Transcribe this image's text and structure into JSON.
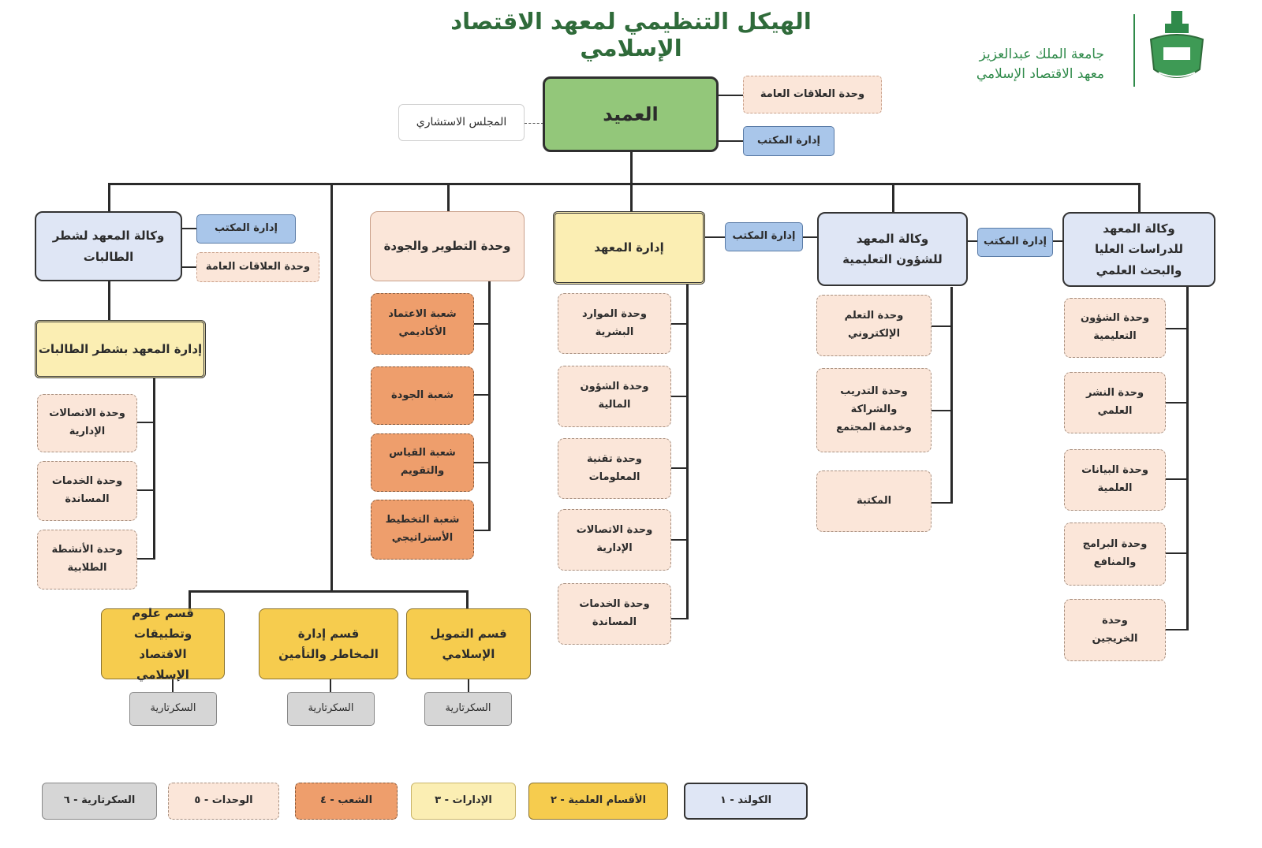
{
  "title": "الهيكل التنظيمي لمعهد الاقتصاد الإسلامي",
  "logo": {
    "line1": "جامعة الملك عبدالعزيز",
    "line2": "معهد الاقتصاد الإسلامي",
    "emblem_icon": "university-emblem-icon",
    "color": "#2f8a4a"
  },
  "dean": {
    "label": "العميد"
  },
  "advisory_council": "المجلس الاستشاري",
  "dean_pr_unit": "وحدة العلاقات العامة",
  "dean_office": "إدارة المكتب",
  "female_agency": {
    "label": "وكالة المعهد لشطر الطالبات",
    "office": "إدارة المكتب",
    "pr_unit": "وحدة العلاقات العامة",
    "admin": "إدارة المعهد بشطر الطالبات",
    "units": [
      "وحدة الاتصالات الإدارية",
      "وحدة الخدمات المساندة",
      "وحدة الأنشطة الطلابية"
    ]
  },
  "development_unit": {
    "label": "وحدة التطوير والجودة",
    "branches": [
      "شعبة الاعتماد الأكاديمي",
      "شعبة الجودة",
      "شعبة القياس والتقويم",
      "شعبة التخطيط الأستراتيجي"
    ]
  },
  "institute_admin": {
    "label": "إدارة المعهد",
    "office": "إدارة المكتب",
    "units": [
      "وحدة الموارد البشرية",
      "وحدة الشؤون المالية",
      "وحدة تقنية المعلومات",
      "وحدة الاتصالات الإدارية",
      "وحدة الخدمات المساندة"
    ]
  },
  "education_agency": {
    "label": "وكالة المعهد للشؤون التعليمية",
    "office": "إدارة المكتب",
    "units": [
      "وحدة التعلم الإلكتروني",
      "وحدة التدريب والشراكة وخدمة المجتمع",
      "المكتبة"
    ]
  },
  "research_agency": {
    "label": "وكالة المعهد للدراسات العليا والبحث العلمي",
    "units": [
      "وحدة الشؤون التعليمية",
      "وحدة النشر العلمي",
      "وحدة البيانات العلمية",
      "وحدة البرامج والمنافع",
      "وحدة الخريجين"
    ]
  },
  "departments": [
    {
      "label": "قسم علوم وتطبيقات الاقتصاد الإسلامي",
      "secretariat": "السكرتارية"
    },
    {
      "label": "قسم إدارة المخاطر والتأمين",
      "secretariat": "السكرتارية"
    },
    {
      "label": "قسم التمويل الإسلامي",
      "secretariat": "السكرتارية"
    }
  ],
  "legend": [
    {
      "label": "الكولند - ١",
      "color": "#dfe6f5"
    },
    {
      "label": "الأقسام العلمية - ٢",
      "color": "#f6cc4e"
    },
    {
      "label": "الإدارات - ٣",
      "color": "#fbeeb3"
    },
    {
      "label": "الشعب - ٤",
      "color": "#ee9e6c"
    },
    {
      "label": "الوحدات - ٥",
      "color": "#fbe6d9"
    },
    {
      "label": "السكرتارية - ٦",
      "color": "#d6d6d6"
    }
  ],
  "colors": {
    "dean": "#93c77a",
    "office": "#a9c6ea",
    "title": "#2f6b3a"
  }
}
